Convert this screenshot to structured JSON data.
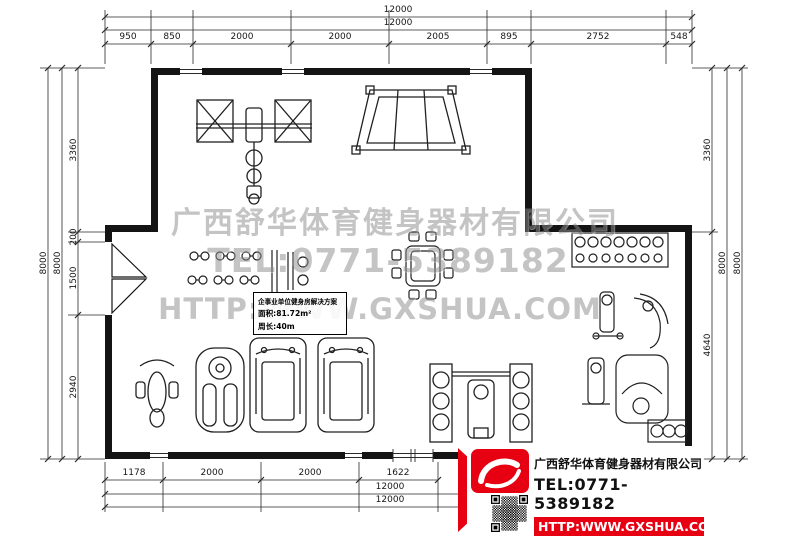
{
  "watermark": {
    "line1": "广西舒华体育健身器材有限公司",
    "line2": "TEL:0771-5389182",
    "line3": "HTTP:WWW.GXSHUA.COM"
  },
  "annotation": {
    "title": "企事业单位健身房解决方案",
    "area": "面积:81.72m²",
    "perimeter": "周长:40m"
  },
  "logo_card": {
    "company": "广西舒华体育健身器材有限公司",
    "tel": "TEL:0771-5389182",
    "url": "HTTP:WWW.GXSHUA.COM",
    "brand_red": "#e60012"
  },
  "dims": {
    "top": {
      "total_outer": "12000",
      "total_inner": "12000",
      "segments": [
        "950",
        "850",
        "2000",
        "2000",
        "2005",
        "895",
        "2752",
        "548"
      ]
    },
    "bottom": {
      "segments": [
        "1178",
        "2000",
        "2000",
        "1622"
      ],
      "total_inner": "12000",
      "total_outer": "12000"
    },
    "left": {
      "total_outer": "8000",
      "total_inner": "8000",
      "segments": [
        "3360",
        "200",
        "1500",
        "2940"
      ]
    },
    "right": {
      "segments": [
        "3360",
        "4640"
      ],
      "total_inner": "8000",
      "total_outer": "8000"
    }
  }
}
